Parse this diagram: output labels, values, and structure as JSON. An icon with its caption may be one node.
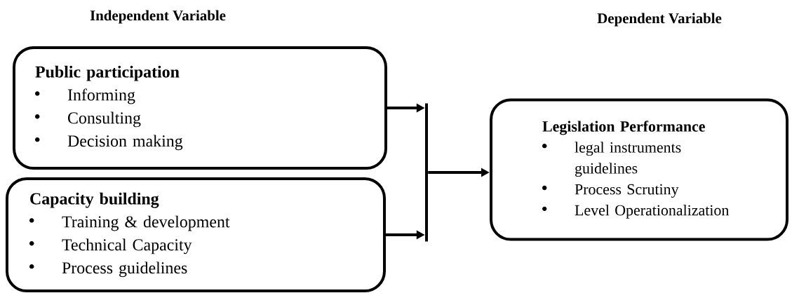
{
  "diagram": {
    "nodes": [
      {
        "text": [
          "Public participation",
          "Informing",
          "Consulting",
          "Decision making"
        ]
      },
      {
        "text": [
          "Capacity building",
          "Training & development",
          "Technical Capacity",
          "Process guidelines"
        ]
      },
      {
        "text": [
          "Legislation Performance",
          "legal instruments guidelines",
          "Process Scrutiny",
          "Level Operationalization"
        ]
      },
      {
        "text": [],
        "shape": "bar"
      }
    ],
    "edges": [
      {
        "from": 0,
        "to": 3,
        "arrow": "to"
      },
      {
        "from": 1,
        "to": 3,
        "arrow": "to"
      },
      {
        "from": 3,
        "to": 2,
        "arrow": "to"
      }
    ],
    "labels": [
      "Independent Variable",
      "Dependent Variable"
    ]
  }
}
